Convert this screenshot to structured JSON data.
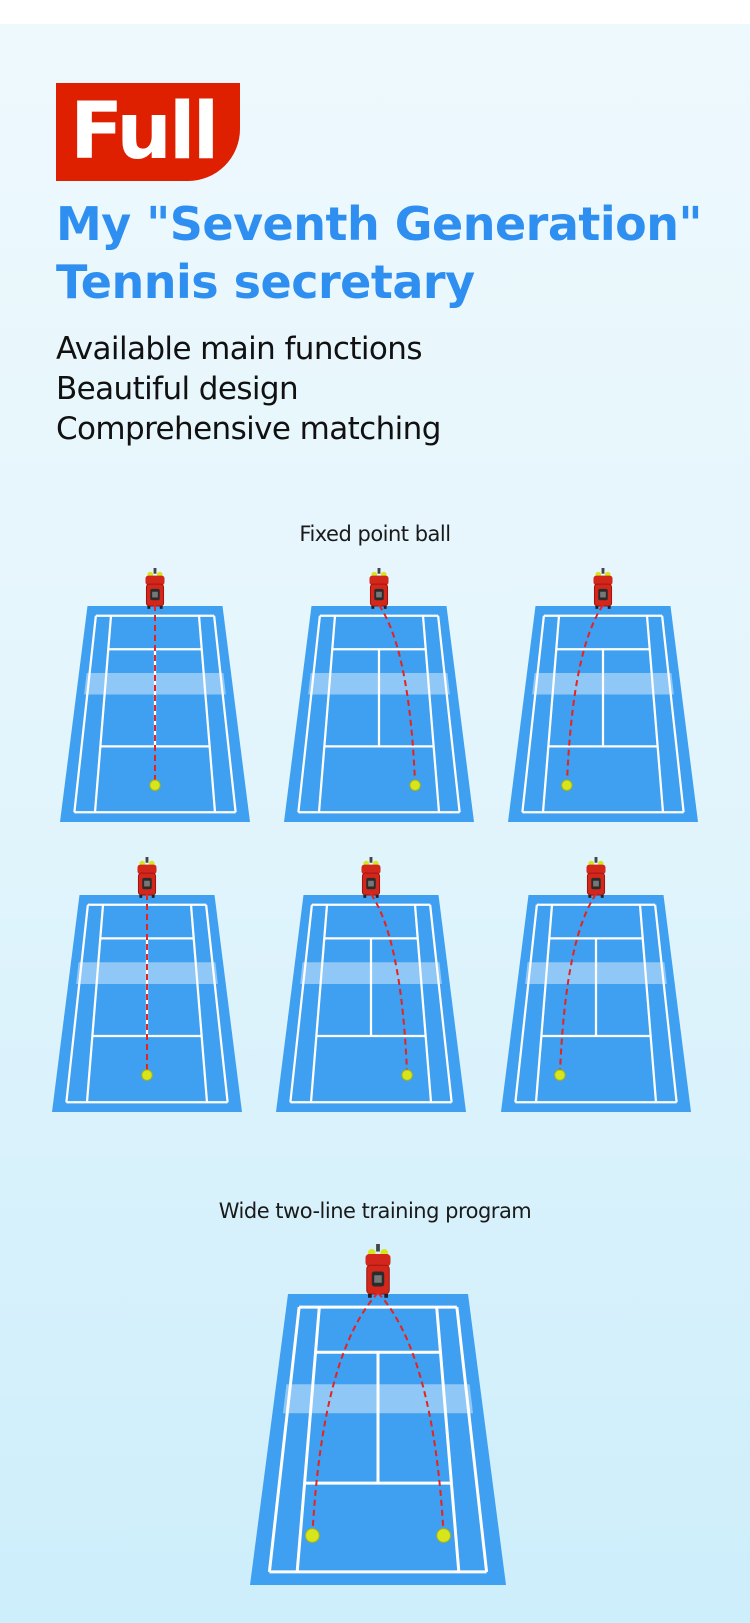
{
  "badge": {
    "text": "Full"
  },
  "headline": {
    "line1": "My \"Seventh Generation\"",
    "line2": "Tennis secretary"
  },
  "features": [
    "Available main functions",
    "Beautiful design",
    "Comprehensive matching"
  ],
  "sections": [
    {
      "title": "Fixed point ball"
    },
    {
      "title": "Wide two-line training program"
    }
  ],
  "colors": {
    "accent": "#2f8ff0",
    "badge": "#de1f00",
    "court": "#3f9ff0",
    "court_line": "#ffffff",
    "trajectory": "#e8221c",
    "machine": "#d4271c",
    "ball": "#d6e51c"
  },
  "icons": [
    "ball-machine-icon",
    "tennis-ball-icon"
  ]
}
